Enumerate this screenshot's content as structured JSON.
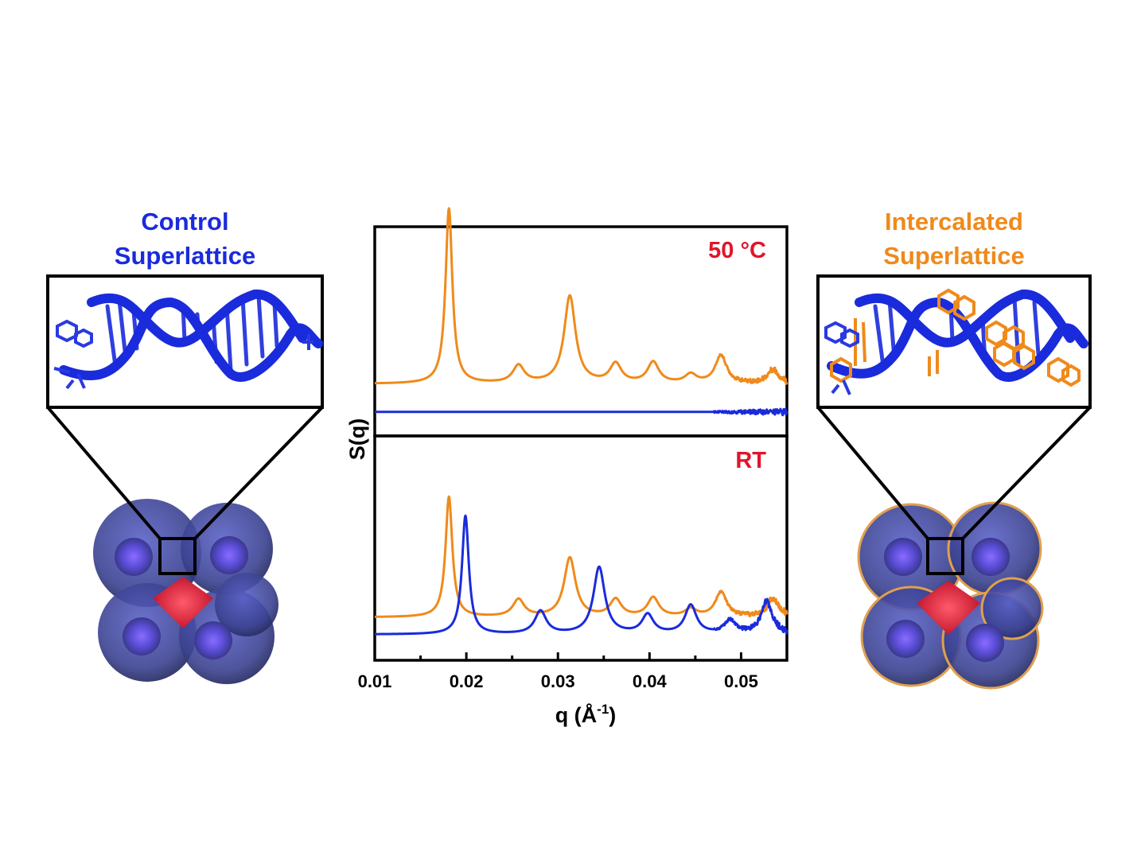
{
  "colors": {
    "control": "#1a2bdc",
    "intercalated": "#ef8a1c",
    "panel_label": "#e0152b",
    "axis": "#000000"
  },
  "left_panel": {
    "title_line1": "Control",
    "title_line2": "Superlattice",
    "icon": "dna-helix-control"
  },
  "right_panel": {
    "title_line1": "Intercalated",
    "title_line2": "Superlattice",
    "icon": "dna-helix-intercalated"
  },
  "chart_data": {
    "type": "line",
    "xlabel": "q (Å",
    "xlabel_sup": "-1",
    "xlabel_close": ")",
    "ylabel": "S(q)",
    "xlim": [
      0.01,
      0.055
    ],
    "x_ticks": [
      "0.01",
      "0.02",
      "0.03",
      "0.04",
      "0.05"
    ],
    "x_tick_values": [
      0.01,
      0.02,
      0.03,
      0.04,
      0.05
    ],
    "panels": [
      {
        "label": "50 °C",
        "series": [
          {
            "color": "#ef8a1c",
            "baseline": 0.27,
            "peaks": [
              [
                0.0181,
                1.0
              ],
              [
                0.0257,
                0.1
              ],
              [
                0.0313,
                0.5
              ],
              [
                0.0363,
                0.11
              ],
              [
                0.0404,
                0.12
              ],
              [
                0.0445,
                0.05
              ],
              [
                0.0478,
                0.16
              ],
              [
                0.0535,
                0.08
              ]
            ]
          },
          {
            "color": "#1a2bdc",
            "baseline": 0.11,
            "peaks": []
          }
        ]
      },
      {
        "label": "RT",
        "series": [
          {
            "color": "#ef8a1c",
            "baseline": 0.2,
            "peaks": [
              [
                0.0181,
                0.63
              ],
              [
                0.0257,
                0.09
              ],
              [
                0.0313,
                0.31
              ],
              [
                0.0363,
                0.09
              ],
              [
                0.0404,
                0.1
              ],
              [
                0.0445,
                0.04
              ],
              [
                0.0478,
                0.13
              ],
              [
                0.0535,
                0.1
              ]
            ]
          },
          {
            "color": "#1a2bdc",
            "baseline": 0.11,
            "peaks": [
              [
                0.0199,
                0.62
              ],
              [
                0.0281,
                0.12
              ],
              [
                0.0345,
                0.35
              ],
              [
                0.0398,
                0.1
              ],
              [
                0.0445,
                0.15
              ],
              [
                0.0488,
                0.07
              ],
              [
                0.0528,
                0.17
              ]
            ]
          }
        ]
      }
    ]
  }
}
